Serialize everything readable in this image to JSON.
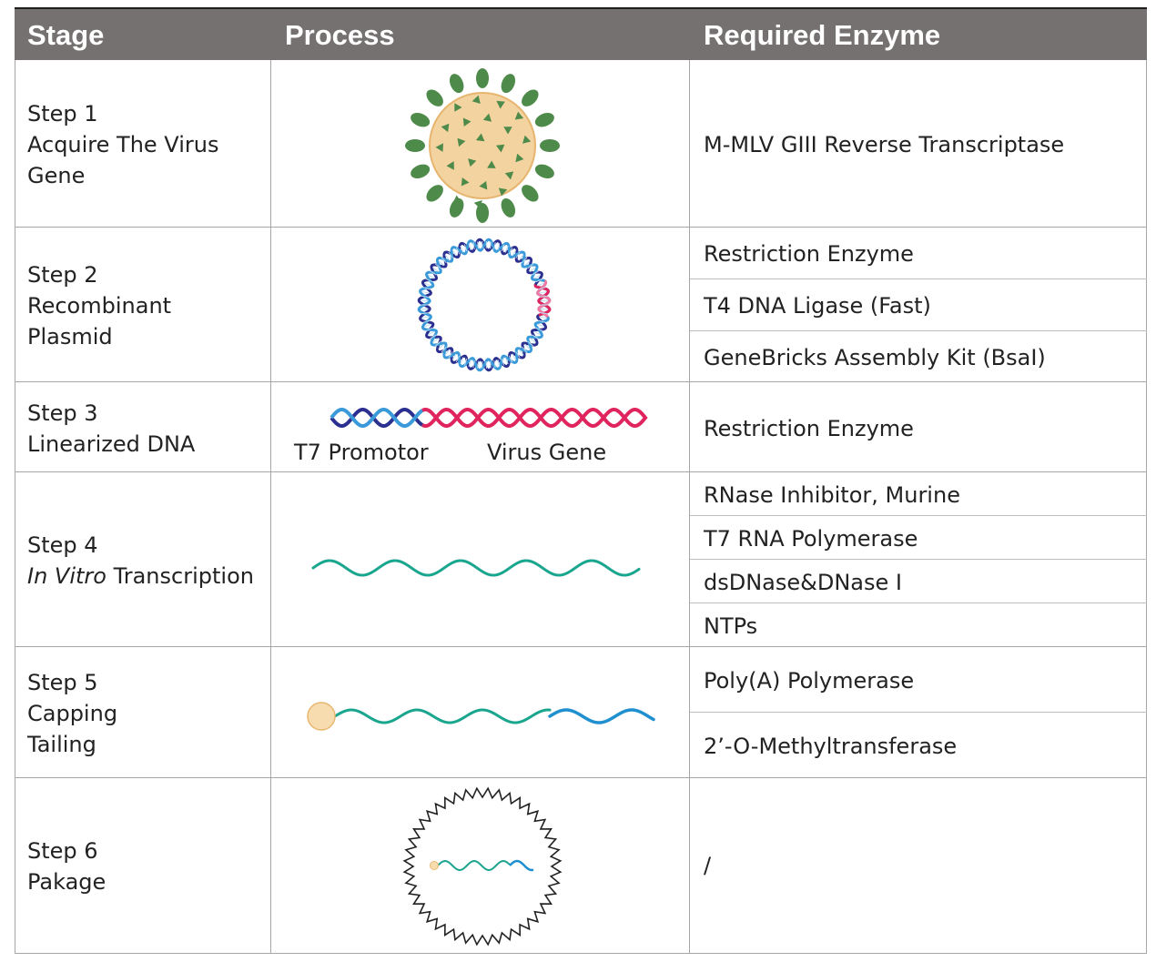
{
  "header": {
    "stage": "Stage",
    "process": "Process",
    "enzyme": "Required Enzyme"
  },
  "rows": [
    {
      "stage": [
        "Step 1",
        "Acquire The Virus",
        "Gene"
      ],
      "enzymes": [
        "M-MLV GIII Reverse Transcriptase"
      ]
    },
    {
      "stage": [
        "Step 2",
        "Recombinant",
        "Plasmid"
      ],
      "enzymes": [
        "Restriction Enzyme",
        "T4 DNA Ligase (Fast)",
        "GeneBricks Assembly Kit (BsaI)"
      ]
    },
    {
      "stage": [
        "Step 3",
        "Linearized DNA"
      ],
      "enzymes": [
        "Restriction Enzyme"
      ],
      "process_labels": [
        "T7 Promotor",
        "Virus Gene"
      ]
    },
    {
      "stage": [
        "Step 4",
        "In Vitro",
        " Transcription"
      ],
      "enzymes": [
        "RNase Inhibitor, Murine",
        "T7 RNA Polymerase",
        "dsDNase&DNase I",
        "NTPs"
      ]
    },
    {
      "stage": [
        "Step 5",
        "Capping",
        "Tailing"
      ],
      "enzymes": [
        "Poly(A) Polymerase",
        "2’-O-Methyltransferase"
      ]
    },
    {
      "stage": [
        "Step 6",
        "Pakage"
      ],
      "enzymes": [
        "/"
      ]
    }
  ],
  "colors": {
    "header_bg": "#767171",
    "spike": "#4e8a4a",
    "core": "#f3d3a0",
    "rna": "#1aa58f",
    "polyA": "#1f8fd0",
    "dna_dark": "#2b2f8f",
    "dna_light": "#3a9ad9",
    "dna_red": "#e0245e"
  },
  "icons": [
    "virus-icon",
    "plasmid-icon",
    "linear-dna-icon",
    "mrna-icon",
    "capped-mrna-icon",
    "lipid-nanoparticle-icon"
  ]
}
